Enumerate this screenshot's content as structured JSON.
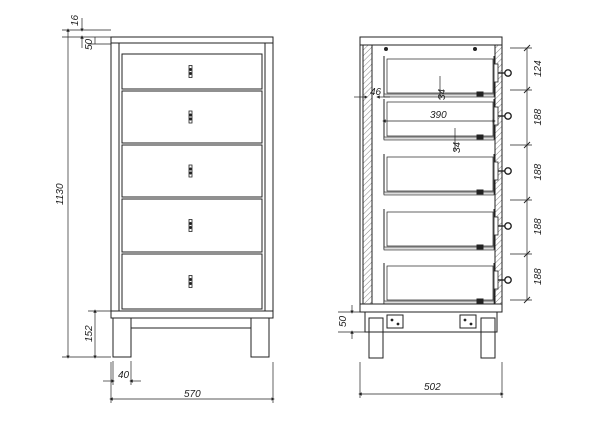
{
  "front_view": {
    "dims": {
      "top_thickness": "16",
      "top_gap": "50",
      "total_height": "1130",
      "leg_height": "152",
      "leg_width": "40",
      "total_width": "570"
    },
    "drawer_count": 5
  },
  "section_view": {
    "dims": {
      "side_offset": "46",
      "drawer_depth": "390",
      "runner_gap_1": "34",
      "runner_gap_2": "34",
      "drawer_pitch": [
        "124",
        "188",
        "188",
        "188",
        "188"
      ],
      "plinth": "50",
      "total_depth": "502"
    },
    "drawer_count": 5
  }
}
